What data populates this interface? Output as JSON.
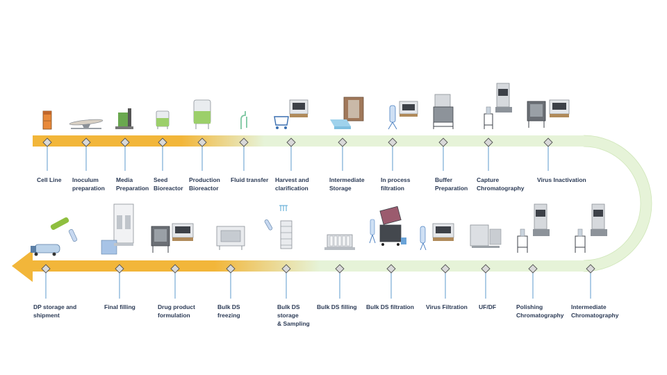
{
  "colors": {
    "band_orange": "#f2b63a",
    "band_green": "#e6f3d8",
    "band_green_edge": "#cfe6b8",
    "marker_fill": "#d9d9d9",
    "marker_stroke": "#555555",
    "connector": "#4a90c8",
    "label_text": "#2b3a55"
  },
  "top_row": [
    {
      "label": "Cell Line",
      "icon": "vial-icon"
    },
    {
      "label": "Inoculum\npreparation",
      "icon": "shaker-icon"
    },
    {
      "label": "Media\nPreparation",
      "icon": "mixer-icon"
    },
    {
      "label": "Seed\nBioreactor",
      "icon": "seed-bioreactor-icon"
    },
    {
      "label": "Production\nBioreactor",
      "icon": "production-bioreactor-icon"
    },
    {
      "label": "Fluid transfer",
      "icon": "tubing-icon"
    },
    {
      "label": "Harvest and\nclarification",
      "icon": "cart-system-icon"
    },
    {
      "label": "Intermediate\nStorage",
      "icon": "storage-tote-icon"
    },
    {
      "label": "In process\nfiltration",
      "icon": "filter-capsule-icon"
    },
    {
      "label": "Buffer\nPreparation",
      "icon": "buffer-skid-icon"
    },
    {
      "label": "Capture\nChromatography",
      "icon": "chromatography-skid-icon"
    },
    {
      "label": "Virus Inactivation",
      "icon": "tote-skid-icon"
    }
  ],
  "bottom_row": [
    {
      "label": "DP storage and\nshipment",
      "icon": "tanker-truck-icon"
    },
    {
      "label": "Final filling",
      "icon": "filling-line-icon"
    },
    {
      "label": "Drug product\nformulation",
      "icon": "formulation-skid-icon"
    },
    {
      "label": "Bulk DS\nfreezing",
      "icon": "freezer-icon"
    },
    {
      "label": "Bulk DS\nstorage\n& Sampling",
      "icon": "bag-rack-icon"
    },
    {
      "label": "Bulk DS filling",
      "icon": "filling-station-icon"
    },
    {
      "label": "Bulk DS filtration",
      "icon": "filtration-cart-icon"
    },
    {
      "label": "Virus Filtration",
      "icon": "virus-filter-icon"
    },
    {
      "label": "UF/DF",
      "icon": "ufdf-skid-icon"
    },
    {
      "label": "Polishing\nChromatography",
      "icon": "polishing-skid-icon"
    },
    {
      "label": "Intermediate\nChromatography",
      "icon": "intermediate-skid-icon"
    }
  ]
}
